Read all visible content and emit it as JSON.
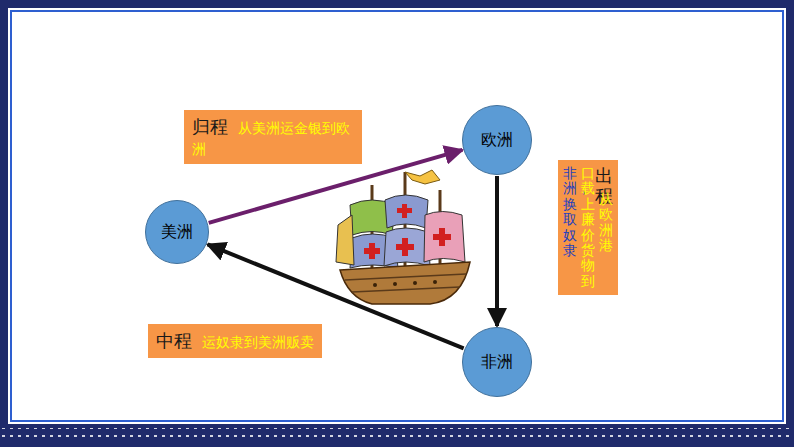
{
  "diagram": {
    "nodes": [
      {
        "text": [
          "归程",
          "从美洲运金银到欧洲"
        ]
      },
      {
        "text": [
          "欧洲"
        ]
      },
      {
        "text": [
          "美洲"
        ]
      },
      {
        "text": [
          "出程",
          "从欧洲港口载上廉价货物到非洲，换取奴隶"
        ]
      },
      {
        "text": [
          "中程",
          "运奴隶到美洲贩卖"
        ]
      },
      {
        "text": [
          "非洲"
        ]
      }
    ],
    "edges": [
      {
        "from": 2,
        "to": 1,
        "arrow": "to"
      },
      {
        "from": 1,
        "to": 5,
        "arrow": "to"
      },
      {
        "from": 5,
        "to": 2,
        "arrow": "to"
      }
    ]
  }
}
